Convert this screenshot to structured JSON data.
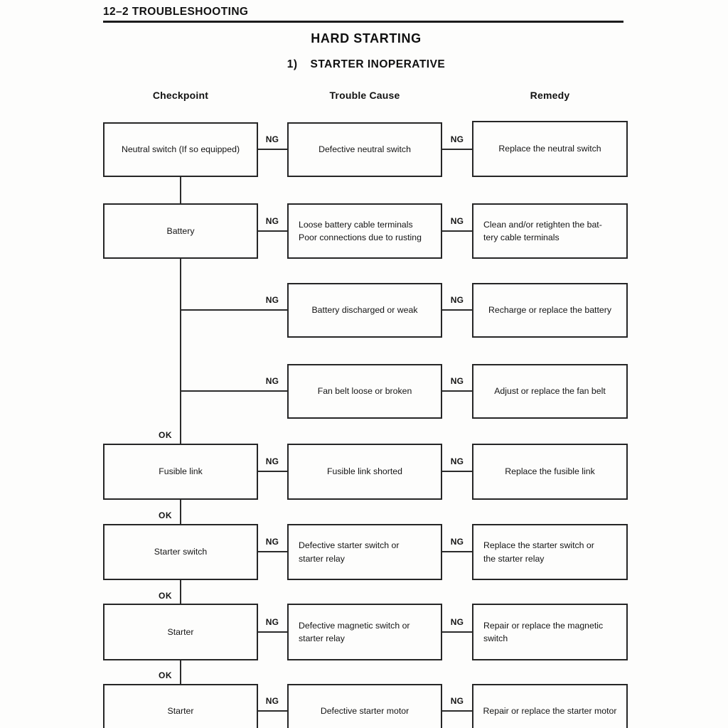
{
  "page": {
    "header": "12–2  TROUBLESHOOTING",
    "section_title": "HARD STARTING",
    "item_number": "1)",
    "item_title": "STARTER INOPERATIVE"
  },
  "columns": {
    "checkpoint": "Checkpoint",
    "trouble_cause": "Trouble Cause",
    "remedy": "Remedy"
  },
  "labels": {
    "ok": "OK",
    "ng": "NG"
  },
  "rows": [
    {
      "checkpoint": "Neutral switch (If so equipped)",
      "cause": "Defective neutral switch",
      "remedy": "Replace the neutral switch"
    },
    {
      "checkpoint": "Battery",
      "cause": "Loose battery cable terminals\nPoor connections due to rusting",
      "remedy": "Clean and/or retighten the bat-\ntery cable terminals"
    },
    {
      "cause": "Battery discharged or weak",
      "remedy": "Recharge or replace the battery"
    },
    {
      "cause": "Fan belt loose or broken",
      "remedy": "Adjust or replace the fan belt"
    },
    {
      "checkpoint": "Fusible link",
      "cause": "Fusible link shorted",
      "remedy": "Replace the fusible link"
    },
    {
      "checkpoint": "Starter switch",
      "cause": "Defective starter switch or\nstarter relay",
      "remedy": "Replace the starter switch or\nthe starter relay"
    },
    {
      "checkpoint": "Starter",
      "cause": "Defective magnetic switch or\nstarter relay",
      "remedy": "Repair or replace the magnetic\nswitch"
    },
    {
      "checkpoint": "Starter",
      "cause": "Defective starter motor",
      "remedy": "Repair or replace the starter motor"
    }
  ]
}
